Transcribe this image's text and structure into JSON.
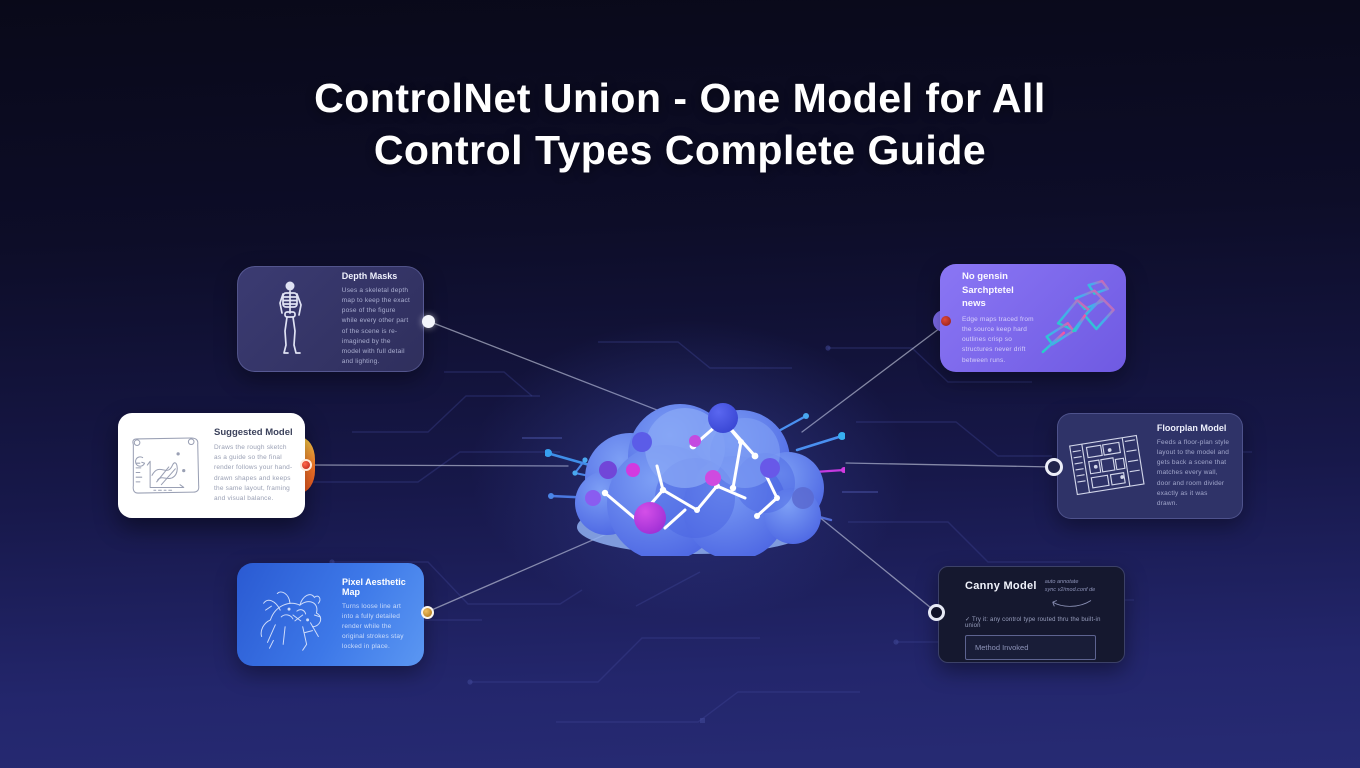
{
  "title": {
    "line1": "ControlNet Union - One Model for All",
    "line2": "Control Types Complete Guide"
  },
  "colors": {
    "background_top": "#0a0a22",
    "background_bottom": "#272b74",
    "accent_blue": "#4a7ae8",
    "accent_violet": "#7a66ee",
    "accent_magenta": "#cf3ae0",
    "accent_orange": "#ff8c2a",
    "accent_gold": "#d8a23a",
    "card_blue": "#3f7ae9",
    "card_violet": "#8a76f4",
    "card_dark_navy": "#2f3368",
    "card_darkest": "#15182f",
    "white": "#ffffff"
  },
  "cards": {
    "top_left": {
      "title": "Depth Masks",
      "body": "Uses a skeletal depth map to keep the exact pose of the figure while every other part of the scene is re-imagined by the model with full detail and lighting."
    },
    "mid_left": {
      "title": "Suggested Model",
      "body": "Draws the rough sketch as a guide so the final render follows your hand-drawn shapes and keeps the same layout, framing and visual balance."
    },
    "bottom_left": {
      "title": "Pixel Aesthetic Map",
      "body": "Turns loose line art into a fully detailed render while the original strokes stay locked in place."
    },
    "top_right": {
      "title_line1": "No gensin",
      "title_line2": "Sarchptetel news",
      "body": "Edge maps traced from the source keep hard outlines crisp so structures never drift between runs."
    },
    "mid_right": {
      "title": "Floorplan Model",
      "body": "Feeds a floor-plan style layout to the model and gets back a scene that matches every wall, door and room divider exactly as it was drawn."
    },
    "bottom_right": {
      "title": "Canny Model",
      "annotation_line1": "auto annotate",
      "annotation_line2": "sync v2/mod.conf de",
      "caption": "✓ Try it: any control type routed thru the built-in union",
      "input_placeholder": "Method Invoked"
    }
  },
  "icons": {
    "skeleton": "pose skeleton line art",
    "sketch_frame": "scribble sketch frame",
    "creature_sketch": "line-art creature sketch",
    "neon_edges": "gradient edge-map shapes",
    "blueprint": "floor plan blueprint",
    "brain": "neural network brain cloud"
  }
}
